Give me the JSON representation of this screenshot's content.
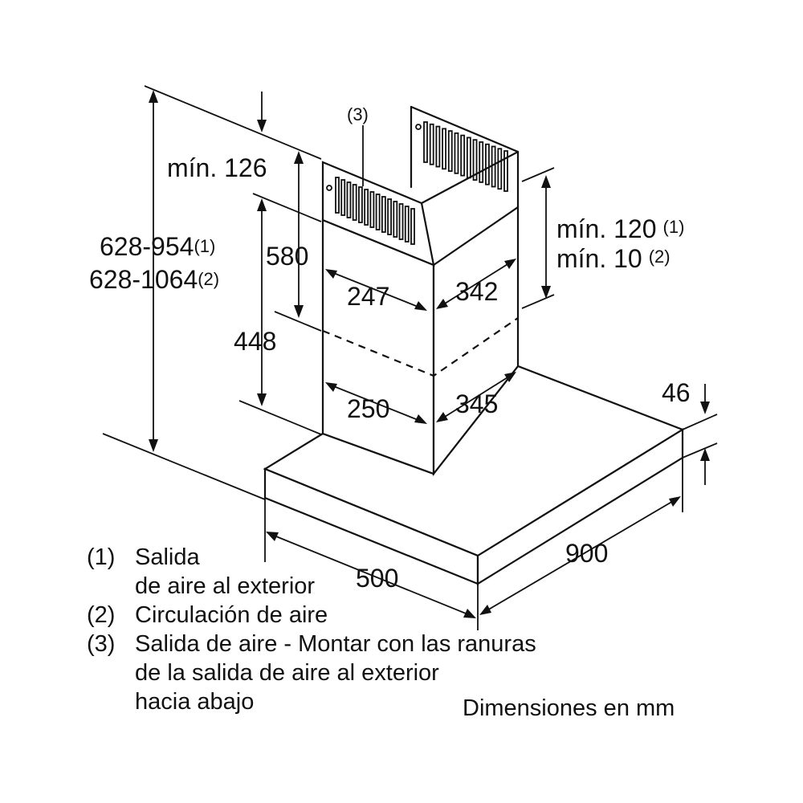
{
  "labels": {
    "min_top": "mín. 126",
    "callout_3": "(3)",
    "total_height_1": "628-954",
    "total_height_1_sup": "(1)",
    "total_height_2": "628-1064",
    "total_height_2_sup": "(2)",
    "upper_chimney": "580",
    "lower_chimney": "448",
    "min_right_1": "mín. 120",
    "min_right_1_sup": "(1)",
    "min_right_2": "mín. 10",
    "min_right_2_sup": "(2)",
    "upper_depth": "247",
    "upper_width": "342",
    "lower_depth": "250",
    "lower_width": "345",
    "canopy_thickness": "46",
    "canopy_width": "900",
    "canopy_depth": "500"
  },
  "legend": [
    {
      "num": "(1)",
      "lines": [
        "Salida",
        "de aire al exterior"
      ]
    },
    {
      "num": "(2)",
      "lines": [
        "Circulación de aire"
      ]
    },
    {
      "num": "(3)",
      "lines": [
        "Salida de aire - Montar con las ranuras",
        "de la salida de aire al exterior",
        "hacia abajo"
      ]
    }
  ],
  "units": "Dimensiones en mm"
}
